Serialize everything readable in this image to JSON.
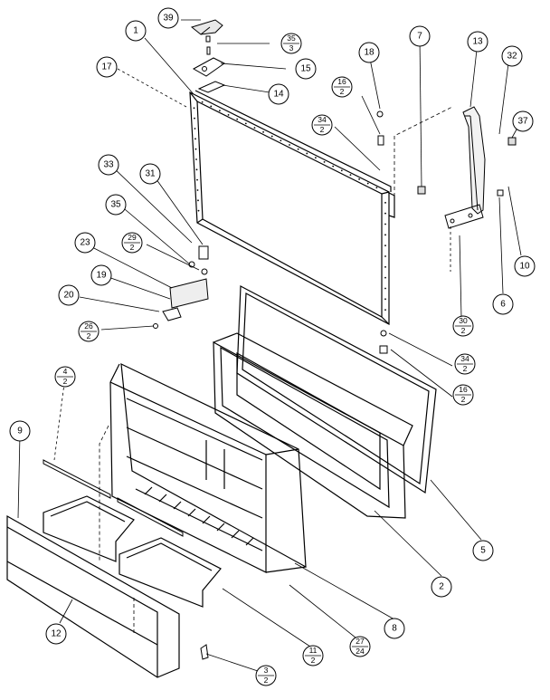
{
  "callouts": {
    "c1": "1",
    "c2": "2",
    "c5": "5",
    "c6": "6",
    "c7": "7",
    "c8": "8",
    "c9": "9",
    "c10": "10",
    "c12": "12",
    "c13": "13",
    "c14": "14",
    "c15": "15",
    "c17": "17",
    "c18": "18",
    "c19": "19",
    "c20": "20",
    "c23": "23",
    "c31": "31",
    "c32": "32",
    "c33": "33",
    "c35": "35",
    "c37": "37",
    "c39": "39"
  },
  "fraction_callouts": {
    "f35_3": {
      "num": "35",
      "den": "3"
    },
    "f16_2a": {
      "num": "16",
      "den": "2"
    },
    "f34_2a": {
      "num": "34",
      "den": "2"
    },
    "f29_2": {
      "num": "29",
      "den": "2"
    },
    "f26_2": {
      "num": "26",
      "den": "2"
    },
    "f30_2": {
      "num": "30",
      "den": "2"
    },
    "f34_2b": {
      "num": "34",
      "den": "2"
    },
    "f16_2b": {
      "num": "16",
      "den": "2"
    },
    "f4_2": {
      "num": "4",
      "den": "2"
    },
    "f27_24": {
      "num": "27",
      "den": "24"
    },
    "f11_2": {
      "num": "11",
      "den": "2"
    },
    "f3_2": {
      "num": "3",
      "den": "2"
    }
  }
}
